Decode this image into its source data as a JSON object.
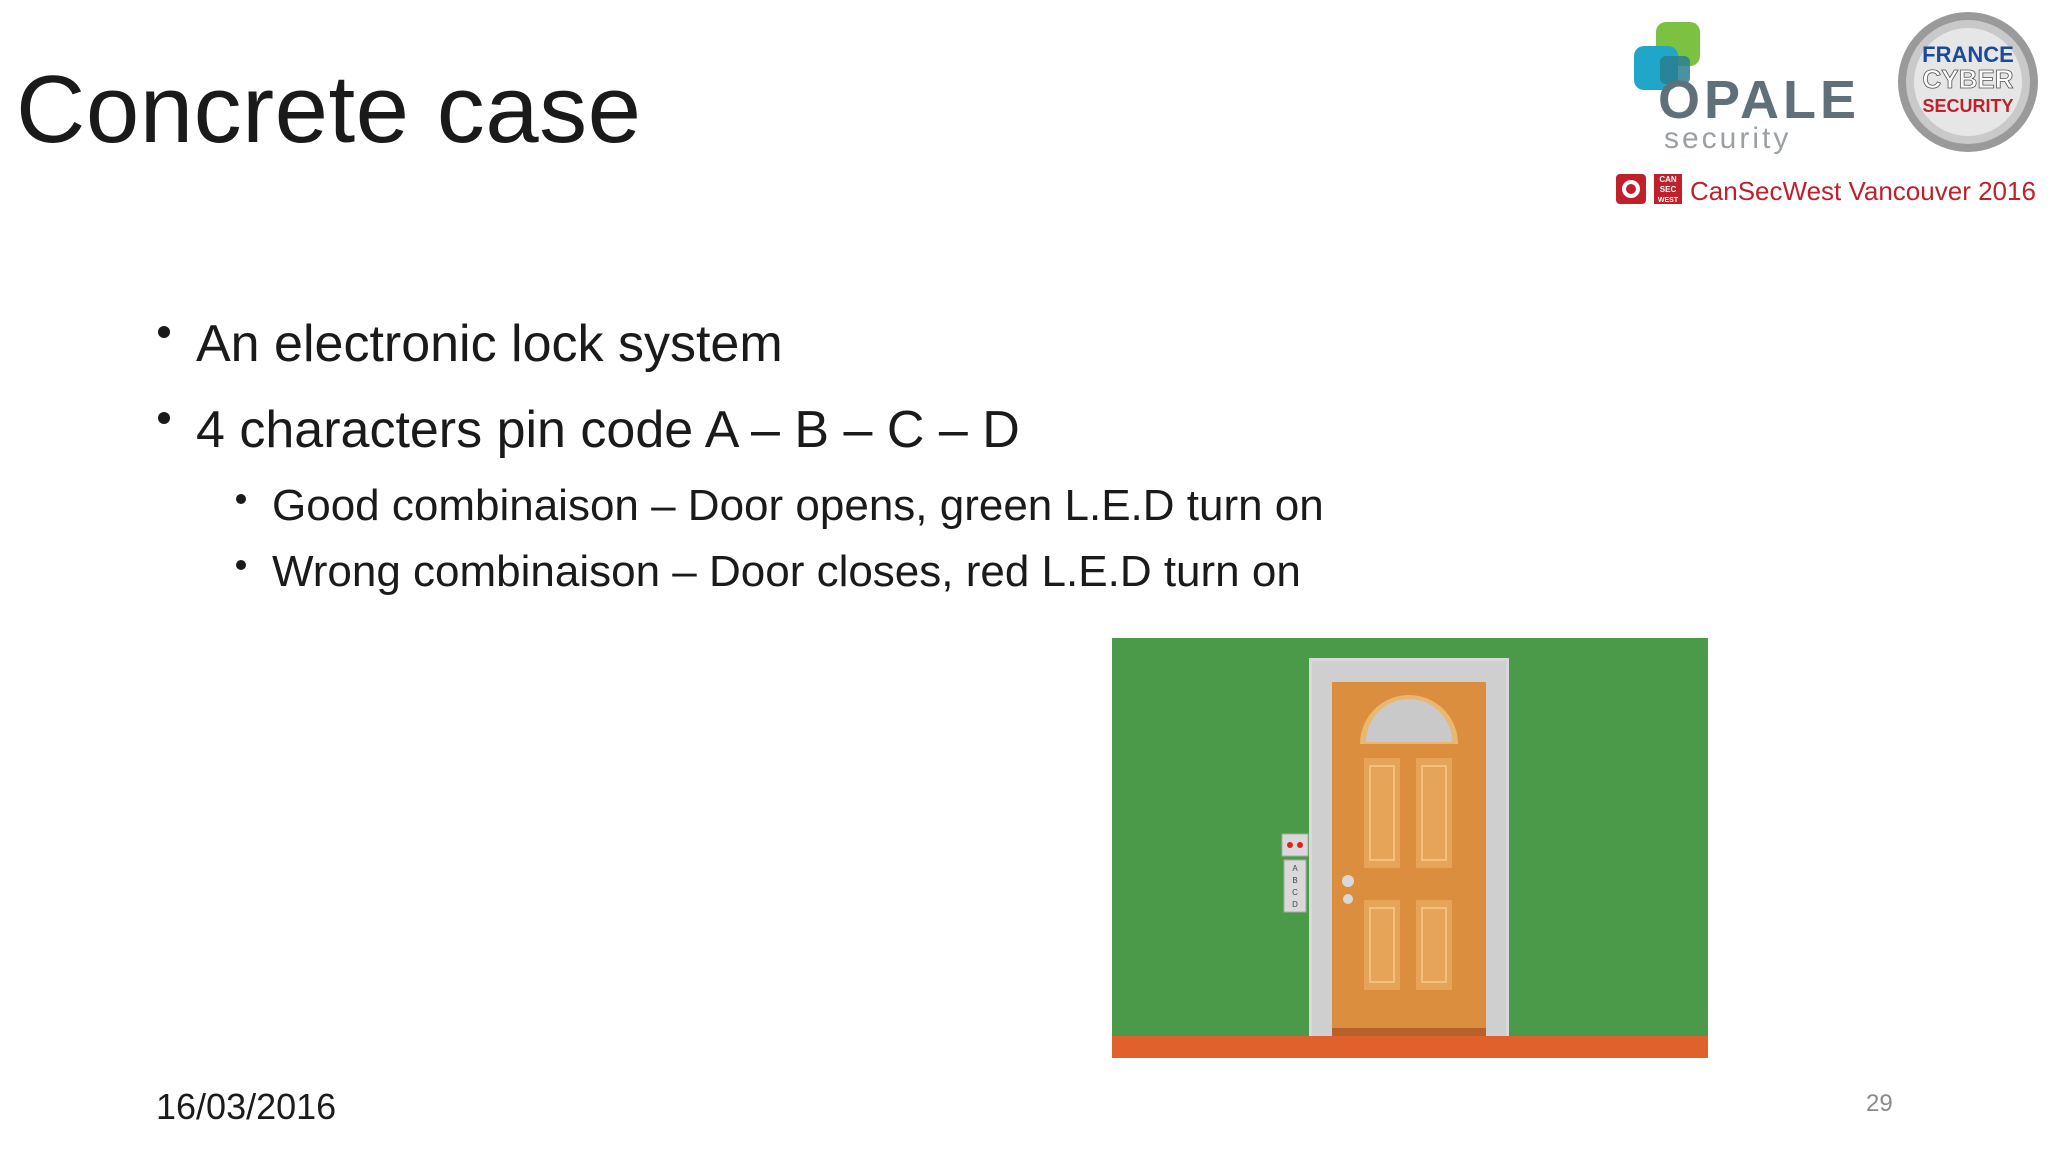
{
  "slide": {
    "title": "Concrete case",
    "bullets": [
      {
        "level": 1,
        "text": "An electronic lock system"
      },
      {
        "level": 1,
        "text": "4 characters pin code A – B – C – D"
      },
      {
        "level": 2,
        "text": "Good combinaison – Door opens, green L.E.D turn on"
      },
      {
        "level": 2,
        "text": "Wrong combinaison – Door closes, red L.E.D turn on"
      }
    ],
    "date": "16/03/2016",
    "page_number": "29"
  },
  "logos": {
    "opale_name": "OPALE",
    "opale_sub": "security",
    "badge_lines": [
      "FRANCE",
      "CYBER",
      "SECURITY"
    ],
    "cansec_small": [
      "CAN",
      "SEC",
      "WEST"
    ],
    "conference": "CanSecWest Vancouver 2016"
  },
  "illustration": {
    "keypad_keys": [
      "A",
      "B",
      "C",
      "D"
    ],
    "icons": [
      "door-icon",
      "keypad-icon",
      "led-icon"
    ],
    "colors": {
      "wall": "#4a9a4a",
      "floor": "#e0612c",
      "door": "#d98d3c",
      "frame": "#d9d9d9",
      "led_red": "#e02020"
    }
  }
}
